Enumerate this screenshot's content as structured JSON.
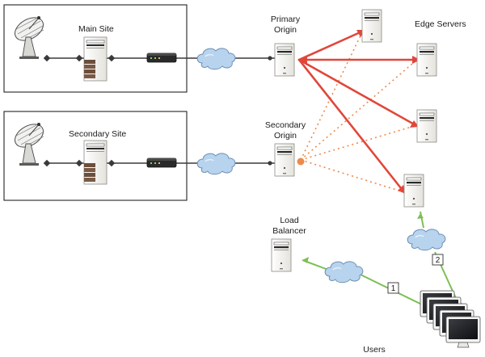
{
  "sites": [
    {
      "label": "Main Site"
    },
    {
      "label": "Secondary Site"
    }
  ],
  "origins": {
    "primary": {
      "line1": "Primary",
      "line2": "Origin"
    },
    "secondary": {
      "line1": "Secondary",
      "line2": "Origin"
    }
  },
  "edge_servers": {
    "label": "Edge Servers"
  },
  "load_balancer": {
    "line1": "Load",
    "line2": "Balancer"
  },
  "users": {
    "label": "Users"
  },
  "paths": {
    "one": "1",
    "two": "2"
  },
  "colors": {
    "primary_link": "#e0473a",
    "secondary_link": "#ee8a4a",
    "user_link": "#7cbf55",
    "backbone": "#3a3a3a",
    "cloud_fill": "#b7d3ee",
    "cloud_stroke": "#6d8fb3"
  },
  "icons": {
    "antenna": "satellite-dish-icon",
    "server": "server-tower-icon",
    "router": "router-icon",
    "cloud": "network-cloud-icon",
    "monitor": "monitor-icon"
  }
}
